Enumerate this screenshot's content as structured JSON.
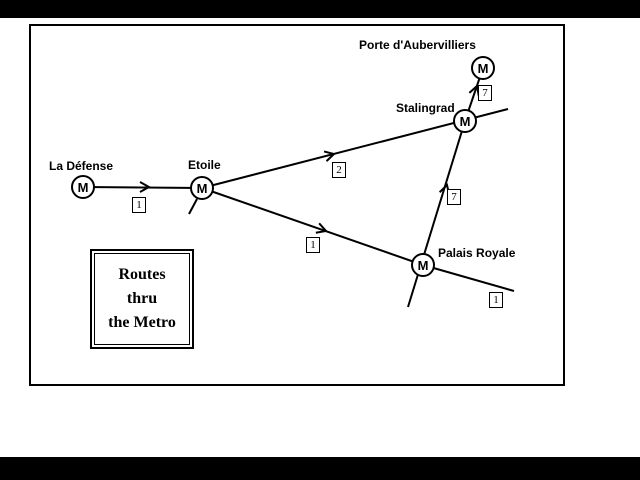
{
  "colors": {
    "background": "#000000",
    "canvas": "#ffffff",
    "ink": "#000000"
  },
  "title_box": {
    "line1": "Routes",
    "line2": "thru",
    "line3": "the Metro"
  },
  "stations": {
    "la_defense": {
      "label": "La Défense",
      "marker": "M"
    },
    "etoile": {
      "label": "Etoile",
      "marker": "M"
    },
    "stalingrad": {
      "label": "Stalingrad",
      "marker": "M"
    },
    "porte_daubervilliers": {
      "label": "Porte d'Aubervilliers",
      "marker": "M"
    },
    "palais_royale": {
      "label": "Palais Royale",
      "marker": "M"
    }
  },
  "route_labels": {
    "la_defense_to_etoile": "1",
    "etoile_to_stalingrad": "2",
    "etoile_to_palais_royale": "1",
    "palais_royale_to_stalingrad": "7",
    "stalingrad_to_porte_daubervilliers": "7",
    "palais_royale_southeast": "1"
  },
  "connections": [
    {
      "from": "La Défense",
      "to": "Etoile",
      "line": "1"
    },
    {
      "from": "Etoile",
      "to": "Stalingrad",
      "line": "2"
    },
    {
      "from": "Etoile",
      "to": "Palais Royale",
      "line": "1"
    },
    {
      "from": "Palais Royale",
      "to": "Stalingrad",
      "line": "7"
    },
    {
      "from": "Stalingrad",
      "to": "Porte d'Aubervilliers",
      "line": "7"
    },
    {
      "from": "Palais Royale",
      "to": "southeast (off map)",
      "line": "1"
    }
  ]
}
